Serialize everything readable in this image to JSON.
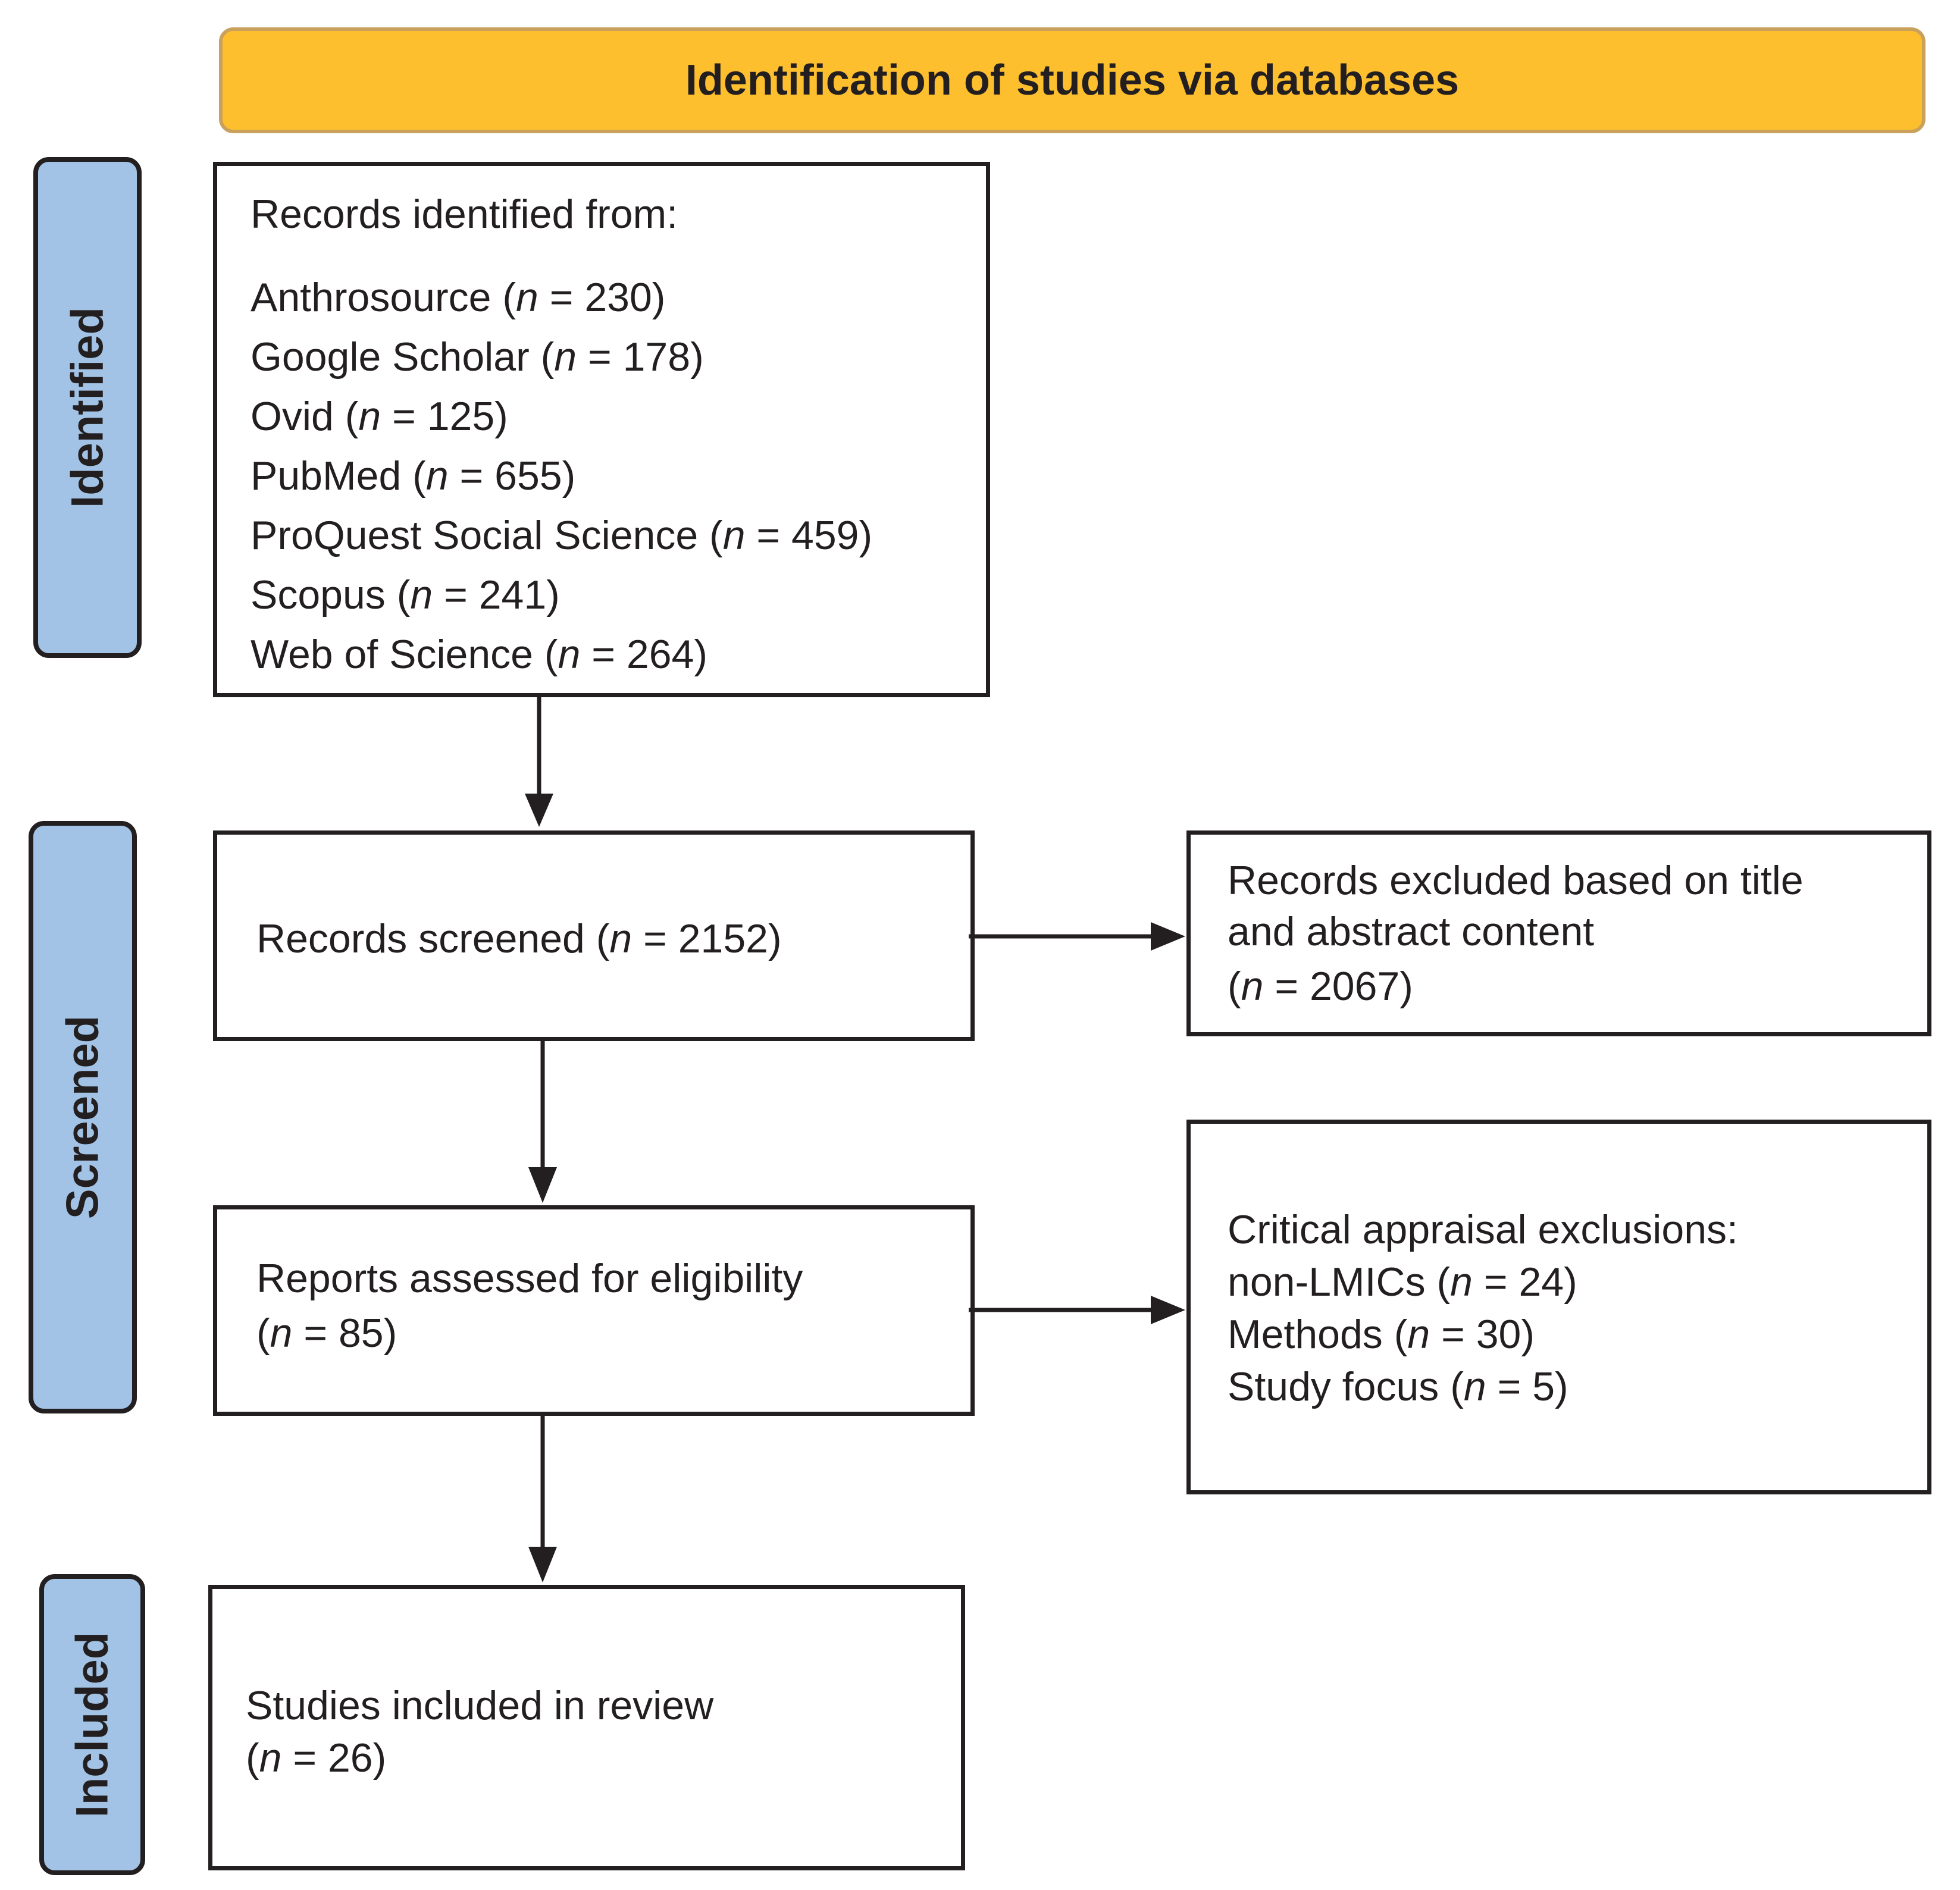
{
  "header": {
    "title": "Identification of studies via databases"
  },
  "stages": {
    "identified": "Identified",
    "screened": "Screened",
    "included": "Included"
  },
  "boxes": {
    "identification": {
      "heading": "Records identified from:",
      "sources": [
        {
          "name": "Anthrosource",
          "n": "230"
        },
        {
          "name": "Google Scholar",
          "n": "178"
        },
        {
          "name": "Ovid",
          "n": "125"
        },
        {
          "name": "PubMed",
          "n": "655"
        },
        {
          "name": "ProQuest Social Science",
          "n": "459"
        },
        {
          "name": "Scopus",
          "n": "241"
        },
        {
          "name": "Web of Science",
          "n": "264"
        }
      ]
    },
    "screened": {
      "label": "Records screened",
      "n": "2152"
    },
    "excluded": {
      "line1": "Records excluded based on title",
      "line2": "and abstract content",
      "n": "2067"
    },
    "eligibility": {
      "label": "Reports assessed for eligibility",
      "n": "85"
    },
    "appraisal": {
      "heading": "Critical appraisal exclusions:",
      "items": [
        {
          "name": "non-LMICs",
          "n": "24"
        },
        {
          "name": "Methods",
          "n": "30"
        },
        {
          "name": "Study focus",
          "n": "5"
        }
      ]
    },
    "included": {
      "label": "Studies included in review",
      "n": "26"
    }
  },
  "symbols": {
    "n": "n",
    "eq": " = "
  }
}
